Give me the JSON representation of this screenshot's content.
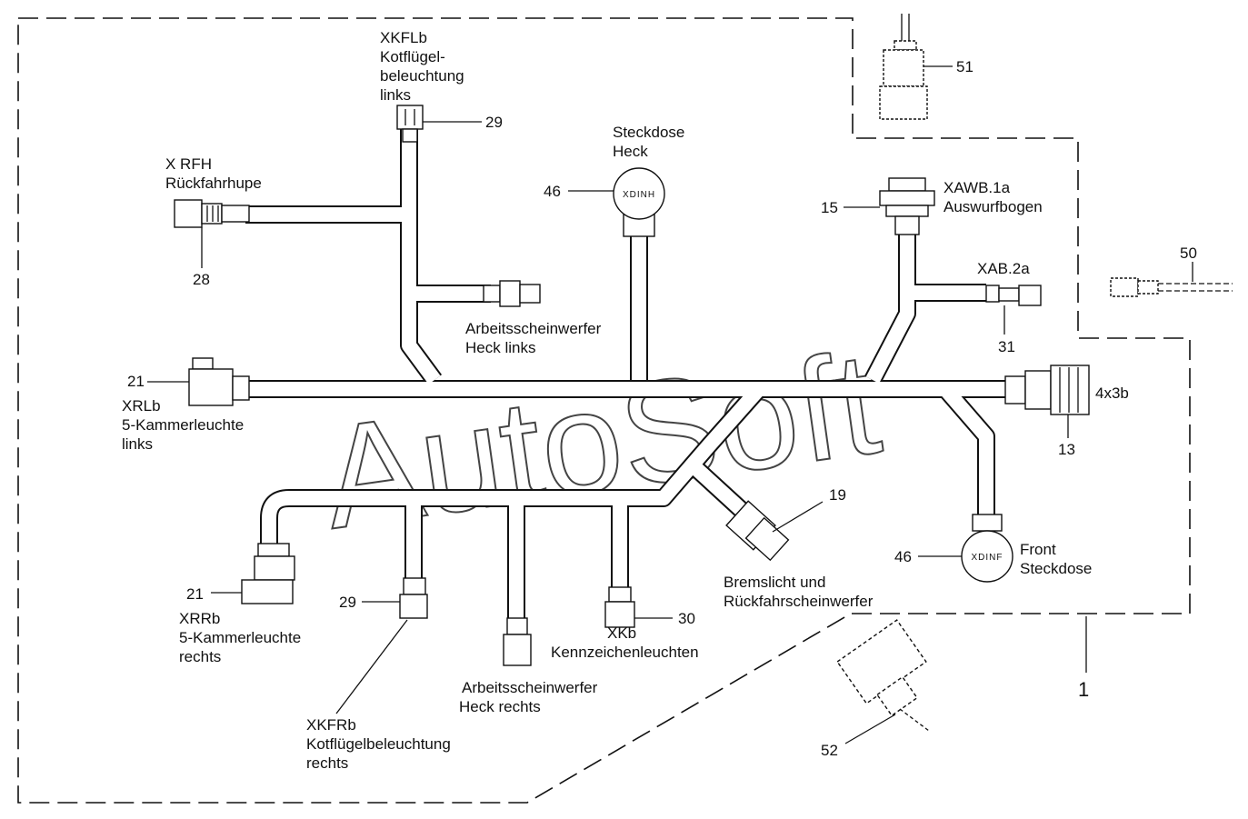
{
  "labels": {
    "xkflb_code": "XKFLb",
    "xkflb_line1": "Kotflügel-",
    "xkflb_line2": "beleuchtung",
    "xkflb_line3": "links",
    "xrfh_code": "X RFH",
    "xrfh_name": "Rückfahrhupe",
    "steckdose_heck_1": "Steckdose",
    "steckdose_heck_2": "Heck",
    "xdinh": "XDINH",
    "xawb_code": "XAWB.1a",
    "xawb_name": "Auswurfbogen",
    "xab_code": "XAB.2a",
    "ash_links_1": "Arbeitsscheinwerfer",
    "ash_links_2": "Heck links",
    "xrlb_code": "XRLb",
    "xrlb_line1": "5-Kammerleuchte",
    "xrlb_line2": "links",
    "connector_4x3b": "4x3b",
    "bremslicht_1": "Bremslicht und",
    "bremslicht_2": "Rückfahrscheinwerfer",
    "xdinf": "XDINF",
    "front_1": "Front",
    "front_2": "Steckdose",
    "xrrb_code": "XRRb",
    "xrrb_line1": "5-Kammerleuchte",
    "xrrb_line2": "rechts",
    "xkb_code": "XKb",
    "xkb_name": "Kennzeichenleuchten",
    "ash_rechts_1": "Arbeitsscheinwerfer",
    "ash_rechts_2": "Heck rechts",
    "xkfrb_code": "XKFRb",
    "xkfrb_line1": "Kotflügelbeleuchtung",
    "xkfrb_line2": "rechts",
    "watermark": "AutoSoft"
  },
  "callouts": {
    "n51": "51",
    "n29a": "29",
    "n46a": "46",
    "n15": "15",
    "n50": "50",
    "n28": "28",
    "n31": "31",
    "n21a": "21",
    "n13": "13",
    "n19": "19",
    "n46b": "46",
    "n21b": "21",
    "n29b": "29",
    "n30": "30",
    "n1": "1",
    "n52": "52"
  }
}
